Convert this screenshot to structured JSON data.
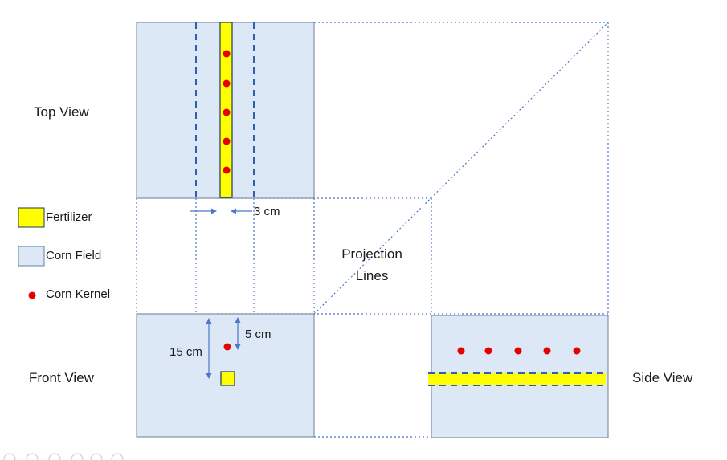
{
  "views": {
    "top": "Top View",
    "front": "Front View",
    "side": "Side View"
  },
  "legend": {
    "fertilizer": "Fertilizer",
    "corn_field": "Corn Field",
    "corn_kernel": "Corn Kernel"
  },
  "projection": {
    "line1": "Projection",
    "line2": "Lines"
  },
  "dimensions": {
    "gap": "3 cm",
    "kernel_depth": "5 cm",
    "fertilizer_depth": "15 cm"
  },
  "colors": {
    "field": "#dde8f6",
    "fertilizer": "#ffff00",
    "kernel": "#e60000",
    "projection_line": "#4a78c8"
  }
}
